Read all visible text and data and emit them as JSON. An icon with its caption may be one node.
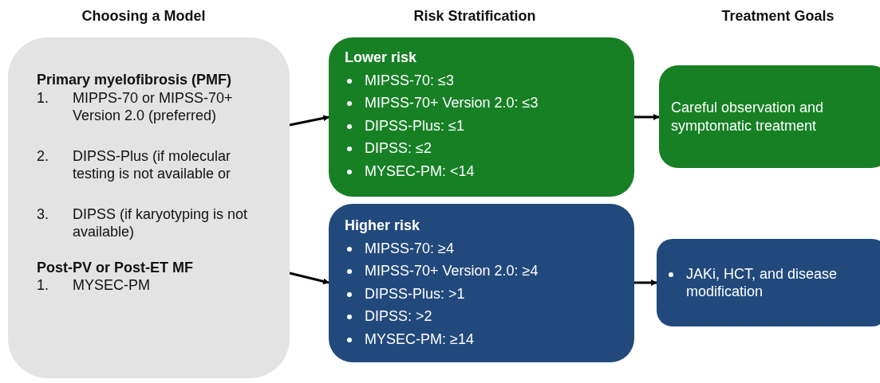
{
  "diagram": {
    "nodes": [
      {
        "text": [
          "Primary myelofibrosis (PMF)",
          "1.",
          "MIPPS-70 or MIPSS-70+ Version 2.0 (preferred)",
          "2.",
          "DIPSS-Plus (if molecular testing is not available or",
          "3.",
          "DIPSS (if karyotyping is not available)",
          "Post-PV or Post-ET MF",
          "1.",
          "MYSEC-PM"
        ]
      },
      {
        "text": [
          "Lower risk",
          "MIPSS-70: ≤3",
          "MIPSS-70+ Version 2.0: ≤3",
          "DIPSS-Plus: ≤1",
          "DIPSS: ≤2",
          "MYSEC-PM: <14"
        ]
      },
      {
        "text": [
          "Higher risk",
          "MIPSS-70: ≥4",
          "MIPSS-70+ Version 2.0: ≥4",
          "DIPSS-Plus: >1",
          "DIPSS: >2",
          "MYSEC-PM: ≥14"
        ]
      },
      {
        "text": [
          "Careful observation and symptomatic treatment"
        ]
      },
      {
        "text": [
          "JAKi, HCT, and disease modification"
        ]
      }
    ],
    "edges": [
      {
        "from": 0,
        "to": 1,
        "arrow": "to"
      },
      {
        "from": 0,
        "to": 2,
        "arrow": "to"
      },
      {
        "from": 1,
        "to": 3,
        "arrow": "to"
      },
      {
        "from": 2,
        "to": 4,
        "arrow": "to"
      }
    ],
    "labels": [
      "Choosing a Model",
      "Risk Stratification",
      "Treatment Goals"
    ]
  }
}
